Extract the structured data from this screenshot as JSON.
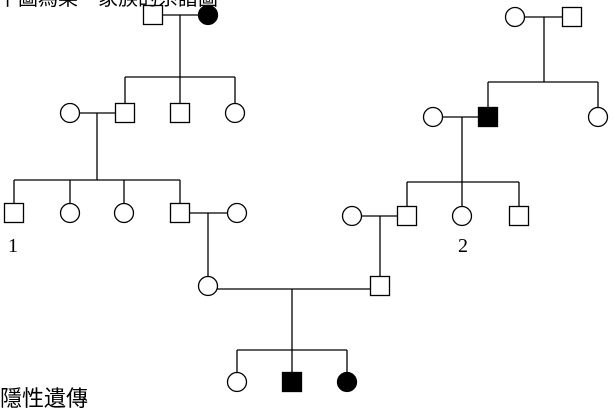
{
  "diagram": {
    "labels": {
      "first": "1",
      "second": "2"
    },
    "caption": "隱性遺傳",
    "top_text_fragment": "下圖為某一家族的系譜圖",
    "legend": {
      "square": "male",
      "circle": "female",
      "filled": "affected",
      "open": "unaffected"
    },
    "individuals": [
      {
        "id": "g1-left-male",
        "sex": "male",
        "affected": false
      },
      {
        "id": "g1-left-female",
        "sex": "female",
        "affected": true
      },
      {
        "id": "g1-right-female",
        "sex": "female",
        "affected": false
      },
      {
        "id": "g1-right-male",
        "sex": "male",
        "affected": false
      },
      {
        "id": "g2-wife-left",
        "sex": "female",
        "affected": false
      },
      {
        "id": "g2-son-a",
        "sex": "male",
        "affected": false
      },
      {
        "id": "g2-son-b",
        "sex": "male",
        "affected": false
      },
      {
        "id": "g2-daughter-a",
        "sex": "female",
        "affected": false
      },
      {
        "id": "g2-wife-right",
        "sex": "female",
        "affected": false
      },
      {
        "id": "g2-son-right",
        "sex": "male",
        "affected": true
      },
      {
        "id": "g2-daughter-right",
        "sex": "female",
        "affected": false
      },
      {
        "id": "g3-1",
        "sex": "male",
        "affected": false
      },
      {
        "id": "g3-daughter-b",
        "sex": "female",
        "affected": false
      },
      {
        "id": "g3-daughter-c",
        "sex": "female",
        "affected": false
      },
      {
        "id": "g3-son-d",
        "sex": "male",
        "affected": false
      },
      {
        "id": "g3-spouse-d",
        "sex": "female",
        "affected": false
      },
      {
        "id": "g3-spouse-2side",
        "sex": "female",
        "affected": false
      },
      {
        "id": "g3-son-e",
        "sex": "male",
        "affected": false
      },
      {
        "id": "g3-2",
        "sex": "female",
        "affected": false
      },
      {
        "id": "g3-son-f",
        "sex": "male",
        "affected": false
      },
      {
        "id": "g4-daughter",
        "sex": "female",
        "affected": false
      },
      {
        "id": "g4-son",
        "sex": "male",
        "affected": false
      },
      {
        "id": "g5-daughter",
        "sex": "female",
        "affected": false
      },
      {
        "id": "g5-son",
        "sex": "male",
        "affected": true
      },
      {
        "id": "g5-daughter-affected",
        "sex": "female",
        "affected": true
      }
    ],
    "colors": {
      "stroke": "#000000",
      "affected_fill": "#000000",
      "unaffected_fill": "#ffffff"
    }
  }
}
